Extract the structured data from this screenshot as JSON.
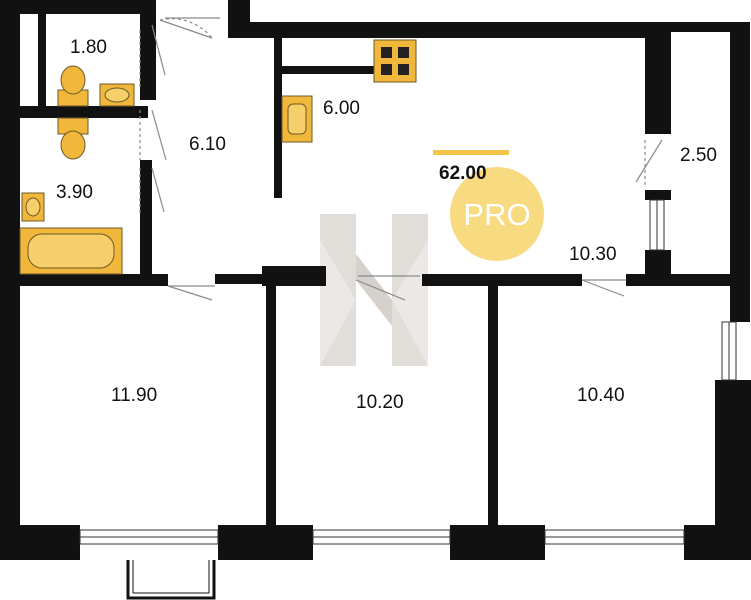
{
  "plan": {
    "total_area": "62.00",
    "rooms": {
      "toilet": "1.80",
      "corridor": "6.10",
      "kitchen": "6.00",
      "bathroom": "3.90",
      "balcony": "2.50",
      "living": "10.30",
      "bedroom_left": "11.90",
      "bedroom_middle": "10.20",
      "bedroom_right": "10.40"
    },
    "badge": {
      "text": "PRO"
    }
  },
  "colors": {
    "wall": "#111111",
    "fixture": "#f0b73a",
    "fixture_stroke": "#6b5a2a",
    "accent_line": "#f3c64a",
    "badge_fill": "#f7d36b",
    "watermark": "#c9c2ba",
    "door_line": "#8a8a8a"
  },
  "icons": [
    "sink-icon",
    "toilet-icon",
    "bathtub-icon",
    "stove-icon",
    "door-swing-icon",
    "window-icon"
  ]
}
